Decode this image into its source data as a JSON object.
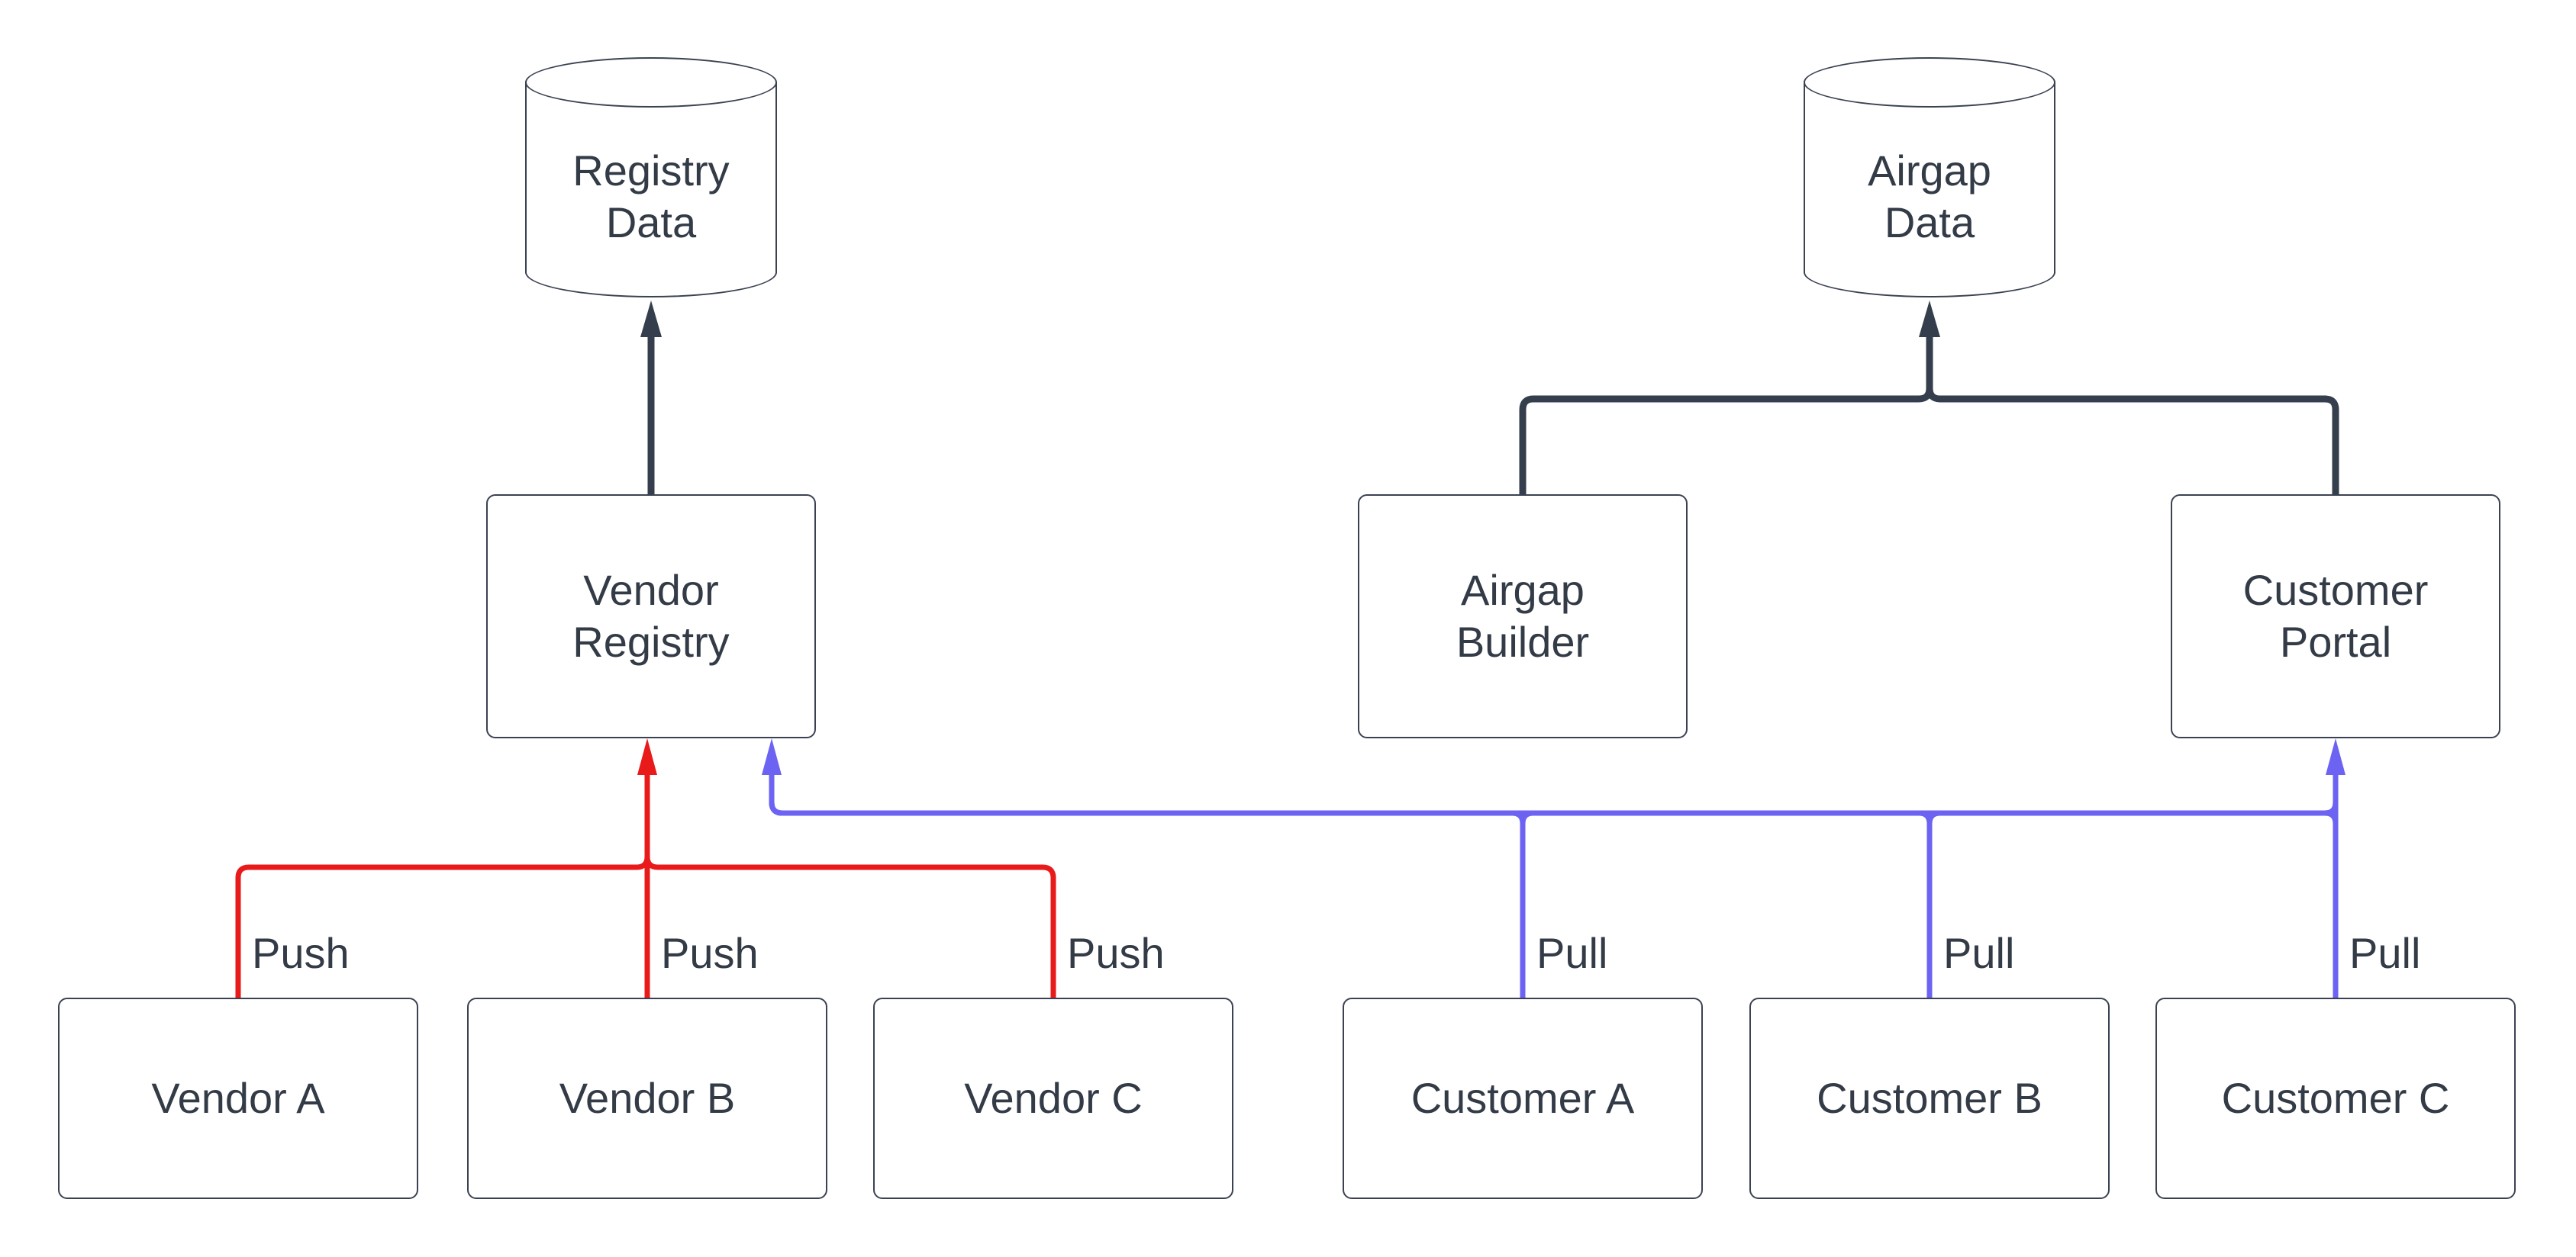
{
  "diagram": {
    "type": "flowchart",
    "background": "#ffffff",
    "colors": {
      "flow": "#343e4c",
      "push": "#e81a1a",
      "pull": "#6c63f2",
      "node_border": "#3a4252",
      "node_fill": "#ffffff",
      "text": "#333b47"
    },
    "nodes": {
      "registry_data": {
        "label": "Registry\nData",
        "shape": "cylinder"
      },
      "airgap_data": {
        "label": "Airgap\nData",
        "shape": "cylinder"
      },
      "vendor_registry": {
        "label": "Vendor\nRegistry",
        "shape": "rect"
      },
      "airgap_builder": {
        "label": "Airgap\nBuilder",
        "shape": "rect"
      },
      "customer_portal": {
        "label": "Customer\nPortal",
        "shape": "rect"
      },
      "vendor_a": {
        "label": "Vendor A",
        "shape": "rect"
      },
      "vendor_b": {
        "label": "Vendor B",
        "shape": "rect"
      },
      "vendor_c": {
        "label": "Vendor C",
        "shape": "rect"
      },
      "customer_a": {
        "label": "Customer A",
        "shape": "rect"
      },
      "customer_b": {
        "label": "Customer B",
        "shape": "rect"
      },
      "customer_c": {
        "label": "Customer C",
        "shape": "rect"
      }
    },
    "edges": [
      {
        "from": "Vendor Registry",
        "to": "Registry Data",
        "label": "",
        "color_key": "flow"
      },
      {
        "from": "Airgap Builder",
        "to": "Airgap Data",
        "label": "",
        "color_key": "flow"
      },
      {
        "from": "Customer Portal",
        "to": "Airgap Data",
        "label": "",
        "color_key": "flow"
      },
      {
        "from": "Vendor A",
        "to": "Vendor Registry",
        "label": "Push",
        "color_key": "push"
      },
      {
        "from": "Vendor B",
        "to": "Vendor Registry",
        "label": "Push",
        "color_key": "push"
      },
      {
        "from": "Vendor C",
        "to": "Vendor Registry",
        "label": "Push",
        "color_key": "push"
      },
      {
        "from": "Customer A",
        "to": "Vendor Registry",
        "label": "Pull",
        "color_key": "pull"
      },
      {
        "from": "Customer B",
        "to": "Vendor Registry",
        "label": "Pull",
        "color_key": "pull"
      },
      {
        "from": "Customer C",
        "to": "Vendor Registry",
        "label": "Pull",
        "color_key": "pull"
      },
      {
        "from": "Customer A",
        "to": "Customer Portal",
        "label": "",
        "color_key": "pull"
      },
      {
        "from": "Customer B",
        "to": "Customer Portal",
        "label": "",
        "color_key": "pull"
      },
      {
        "from": "Customer C",
        "to": "Customer Portal",
        "label": "",
        "color_key": "pull"
      }
    ]
  }
}
